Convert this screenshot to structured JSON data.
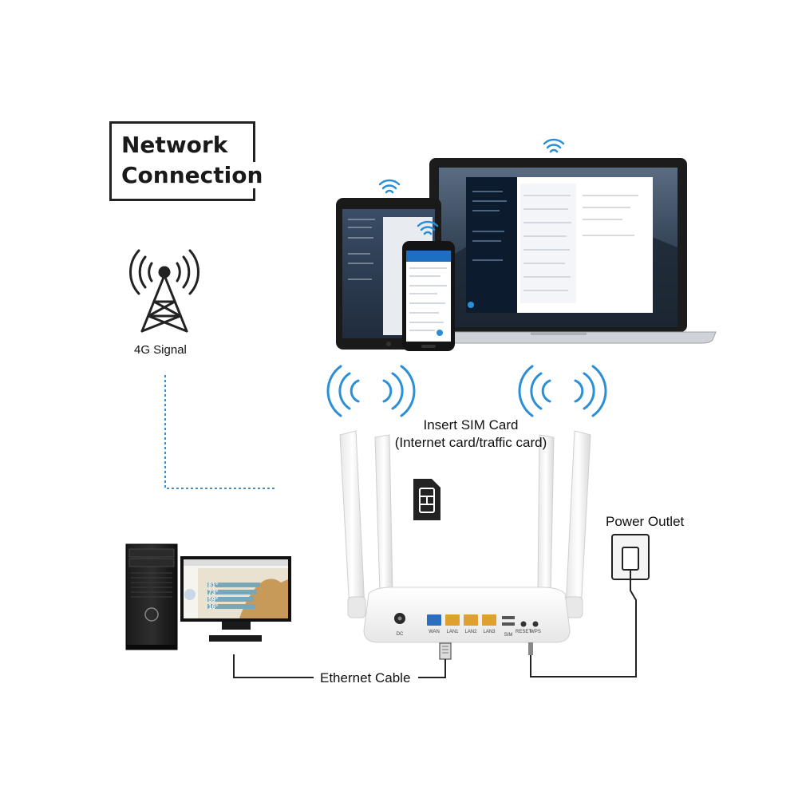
{
  "title": {
    "line1": "Network",
    "line2": "Connection"
  },
  "labels": {
    "signal": "4G Signal",
    "sim_line1": "Insert SIM Card",
    "sim_line2": "(Internet card/traffic card)",
    "power": "Power Outlet",
    "ethernet": "Ethernet Cable"
  },
  "router_ports": [
    "DC",
    "WAN",
    "LAN1",
    "LAN2",
    "LAN3",
    "SIM",
    "RESET",
    "WPS"
  ],
  "monitor_temps": [
    "81°",
    "73°",
    "59°",
    "16°"
  ],
  "colors": {
    "wifi": "#2a8fd6",
    "dashed_line": "#3a8fd0",
    "router": "#f4f4f4",
    "wan_port": "#2a6fc0",
    "lan_port": "#e0a030",
    "laptop_screen": "#2b3a4a"
  },
  "icons": [
    "tower-icon",
    "wifi-icon",
    "sim-card-icon",
    "power-socket-icon",
    "ethernet-plug-icon"
  ]
}
